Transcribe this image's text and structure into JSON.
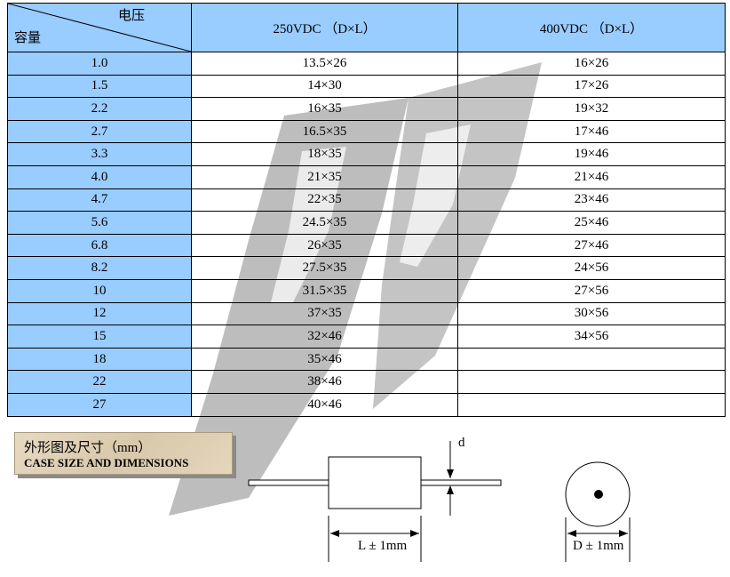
{
  "header": {
    "voltage_label": "电压",
    "capacity_label": "容量",
    "col_250": "250VDC （D×L）",
    "col_400": "400VDC （D×L）"
  },
  "rows": [
    {
      "cap": "1.0",
      "v250": "13.5×26",
      "v400": "16×26"
    },
    {
      "cap": "1.5",
      "v250": "14×30",
      "v400": "17×26"
    },
    {
      "cap": "2.2",
      "v250": "16×35",
      "v400": "19×32"
    },
    {
      "cap": "2.7",
      "v250": "16.5×35",
      "v400": "17×46"
    },
    {
      "cap": "3.3",
      "v250": "18×35",
      "v400": "19×46"
    },
    {
      "cap": "4.0",
      "v250": "21×35",
      "v400": "21×46"
    },
    {
      "cap": "4.7",
      "v250": "22×35",
      "v400": "23×46"
    },
    {
      "cap": "5.6",
      "v250": "24.5×35",
      "v400": "25×46"
    },
    {
      "cap": "6.8",
      "v250": "26×35",
      "v400": "27×46"
    },
    {
      "cap": "8.2",
      "v250": "27.5×35",
      "v400": "24×56"
    },
    {
      "cap": "10",
      "v250": "31.5×35",
      "v400": "27×56"
    },
    {
      "cap": "12",
      "v250": "37×35",
      "v400": "30×56"
    },
    {
      "cap": "15",
      "v250": "32×46",
      "v400": "34×56"
    },
    {
      "cap": "18",
      "v250": "35×46",
      "v400": ""
    },
    {
      "cap": "22",
      "v250": "38×46",
      "v400": ""
    },
    {
      "cap": "27",
      "v250": "40×46",
      "v400": ""
    }
  ],
  "case_section": {
    "title_cn": "外形图及尺寸（mm）",
    "title_en": "CASE SIZE AND DIMENSIONS"
  },
  "dimensions": {
    "d_label": "d",
    "length_label": "L ± 1mm",
    "diameter_label": "D ± 1mm"
  },
  "colors": {
    "header_bg": "#99ccff",
    "watermark": "#b8b8b8",
    "case_box_bg": "#e0d2b6"
  }
}
